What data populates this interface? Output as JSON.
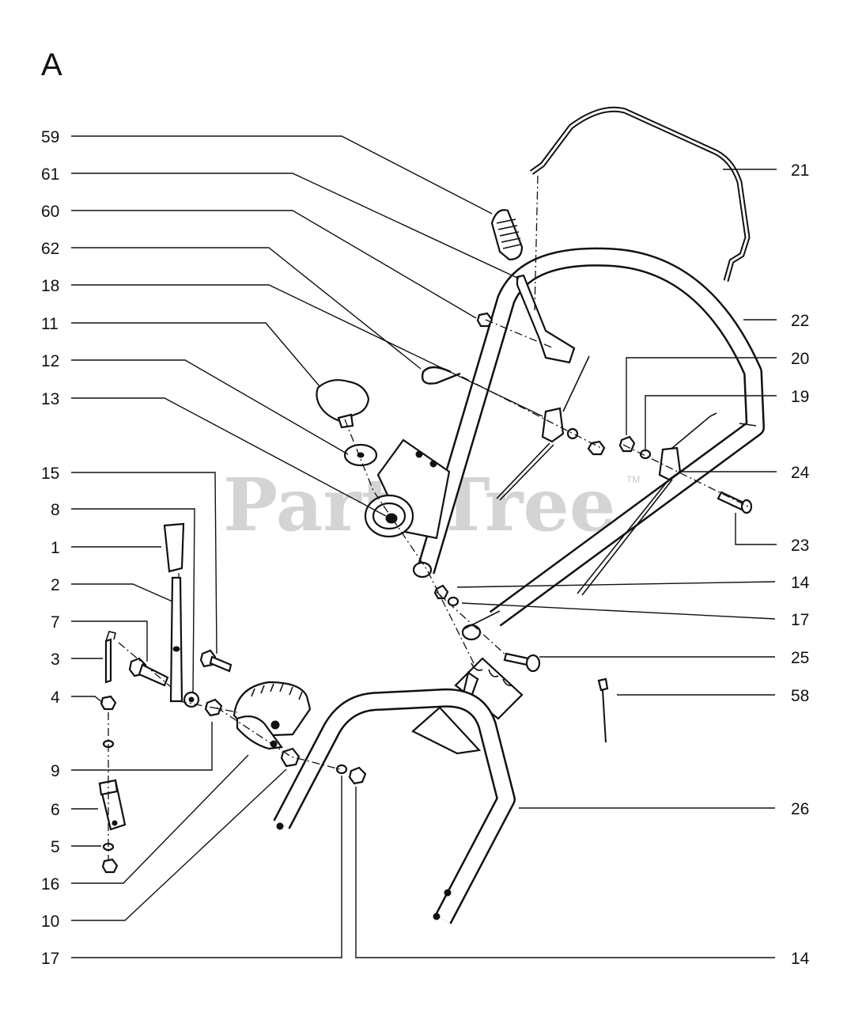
{
  "section_label": "A",
  "watermark": "PartsTree",
  "watermark_tm": "TM",
  "callouts_left": [
    {
      "id": "l59",
      "text": "59"
    },
    {
      "id": "l61",
      "text": "61"
    },
    {
      "id": "l60",
      "text": "60"
    },
    {
      "id": "l62",
      "text": "62"
    },
    {
      "id": "l18",
      "text": "18"
    },
    {
      "id": "l11",
      "text": "11"
    },
    {
      "id": "l12",
      "text": "12"
    },
    {
      "id": "l13",
      "text": "13"
    },
    {
      "id": "l15",
      "text": "15"
    },
    {
      "id": "l8",
      "text": "8"
    },
    {
      "id": "l1",
      "text": "1"
    },
    {
      "id": "l2",
      "text": "2"
    },
    {
      "id": "l7",
      "text": "7"
    },
    {
      "id": "l3",
      "text": "3"
    },
    {
      "id": "l4",
      "text": "4"
    },
    {
      "id": "l9",
      "text": "9"
    },
    {
      "id": "l6",
      "text": "6"
    },
    {
      "id": "l5",
      "text": "5"
    },
    {
      "id": "l16",
      "text": "16"
    },
    {
      "id": "l10",
      "text": "10"
    },
    {
      "id": "l17b",
      "text": "17"
    }
  ],
  "callouts_right": [
    {
      "id": "r21",
      "text": "21"
    },
    {
      "id": "r22",
      "text": "22"
    },
    {
      "id": "r20",
      "text": "20"
    },
    {
      "id": "r19",
      "text": "19"
    },
    {
      "id": "r24",
      "text": "24"
    },
    {
      "id": "r23",
      "text": "23"
    },
    {
      "id": "r14",
      "text": "14"
    },
    {
      "id": "r17",
      "text": "17"
    },
    {
      "id": "r25",
      "text": "25"
    },
    {
      "id": "r58",
      "text": "58"
    },
    {
      "id": "r26",
      "text": "26"
    },
    {
      "id": "r14b",
      "text": "14"
    }
  ]
}
